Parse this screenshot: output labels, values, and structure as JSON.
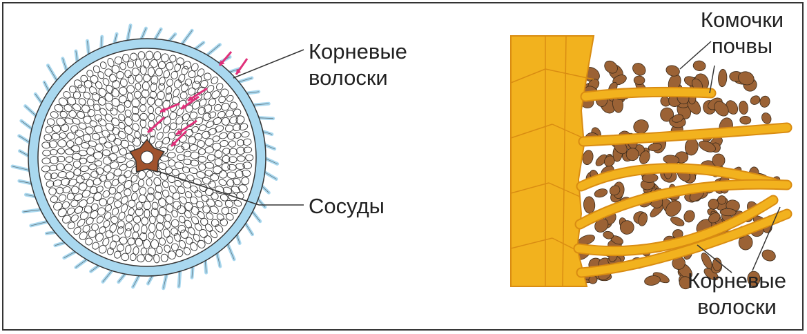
{
  "left_panel": {
    "label_root_hairs": [
      "Корневые",
      "волоски"
    ],
    "label_vessels": "Сосуды"
  },
  "right_panel": {
    "label_soil_particles": [
      "Комочки",
      "почвы"
    ],
    "label_root_hairs": [
      "Корневые",
      "волоски"
    ]
  },
  "colors": {
    "epidermis": "#a9d8ef",
    "stele": "#a0522d",
    "water_arrows": "#e0307a",
    "root_tissue": "#f2b21e",
    "root_tissue_edge": "#d98c12",
    "soil": "#9b6235",
    "outline": "#333333"
  }
}
